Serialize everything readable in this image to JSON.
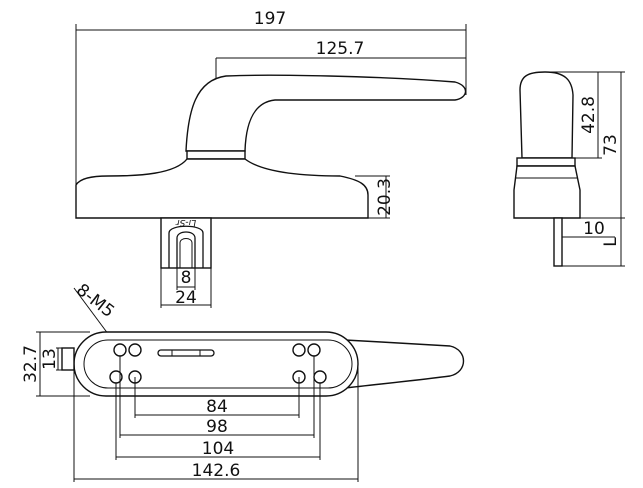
{
  "dimensions": {
    "overall_width": "197",
    "lever_length": "125.7",
    "base_height": "20.3",
    "side_upper_height": "42.8",
    "side_total_height": "73",
    "spindle_offset": "10",
    "spindle_length": "L",
    "spindle_width": "8",
    "spindle_body_width": "24",
    "screw_spec": "8-M5",
    "plate_height": "32.7",
    "plate_offset": "13",
    "hole_spacing_1": "84",
    "hole_spacing_2": "98",
    "hole_spacing_3": "104",
    "plate_length": "142.6"
  },
  "marking": "Li-Sr"
}
